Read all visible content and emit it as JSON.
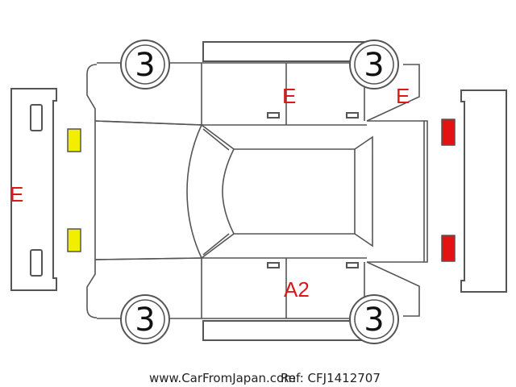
{
  "marks": {
    "roof": "E",
    "right_top": "E",
    "left_panel": "E",
    "bottom_door": "A2"
  },
  "tires": {
    "front_left": "3",
    "rear_left": "3",
    "front_right": "3",
    "rear_right": "3"
  },
  "footer": {
    "site": "www.CarFromJapan.com",
    "ref": "Ref: CFJ1412707"
  },
  "colors": {
    "mark": "#d91a1a",
    "yellow_lamp": "#f2ee00",
    "red_lamp": "#e31313"
  }
}
